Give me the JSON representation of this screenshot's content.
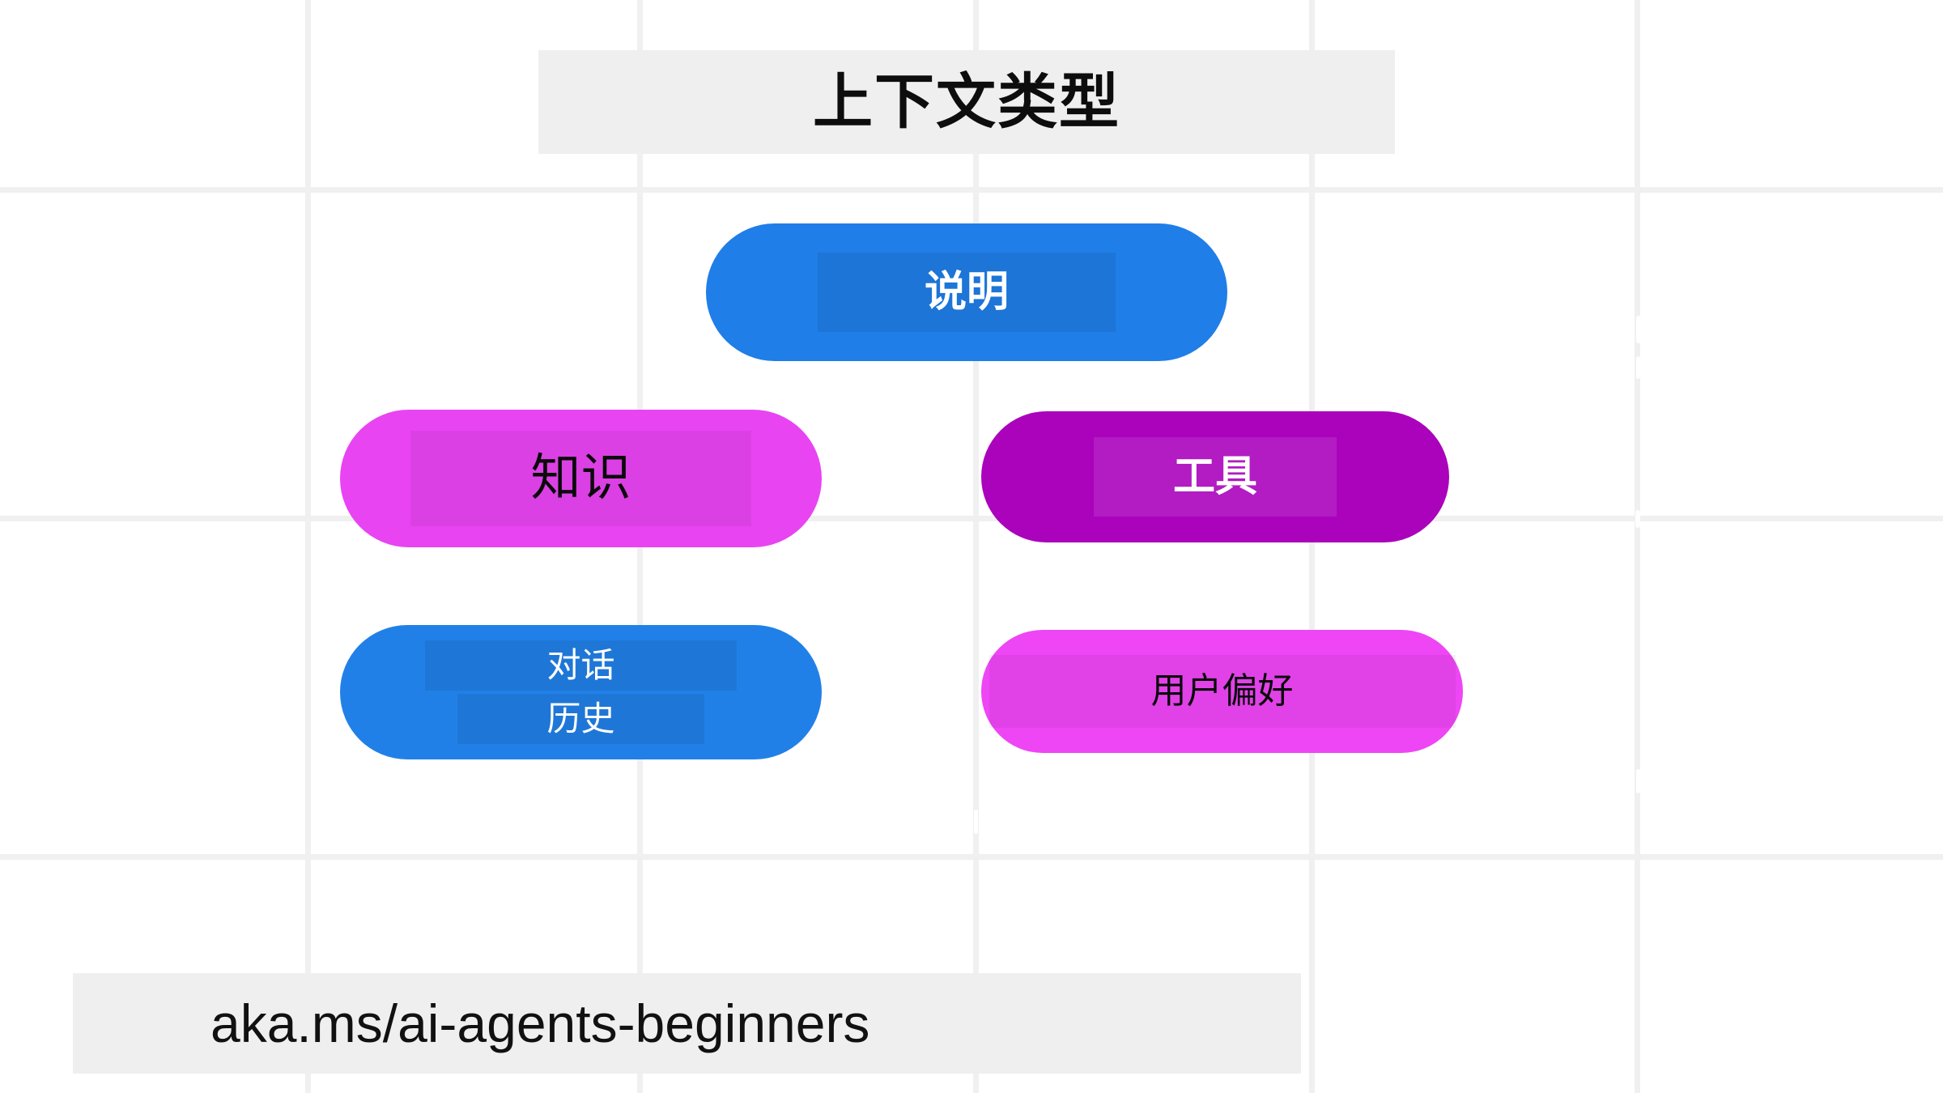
{
  "slide": {
    "title": "上下文类型",
    "footer_url": "aka.ms/ai-agents-beginners",
    "background_color": "#ffffff",
    "band_color": "#efefef",
    "gridline_color": "#f0f0f0"
  },
  "nodes": [
    {
      "id": "instructions",
      "label": "说明",
      "fill": "#1f7ee8",
      "text_color": "#ffffff",
      "row": 1,
      "column": "center"
    },
    {
      "id": "knowledge",
      "label": "知识",
      "fill": "#e844f2",
      "text_color": "#0a0a0a",
      "row": 2,
      "column": "left"
    },
    {
      "id": "tools",
      "label": "工具",
      "fill": "#aa03bb",
      "text_color": "#ffffff",
      "row": 2,
      "column": "right"
    },
    {
      "id": "history",
      "label_line_1": "对话",
      "label_line_2": "历史",
      "fill": "#2180e8",
      "text_color": "#ffffff",
      "row": 3,
      "column": "left"
    },
    {
      "id": "preferences",
      "label": "用户偏好",
      "fill": "#ee46f4",
      "text_color": "#0a0a0a",
      "row": 3,
      "column": "right"
    }
  ],
  "grid": {
    "vertical_x": [
      380,
      790,
      1205,
      1620,
      2022
    ],
    "horizontal_y": [
      234,
      640,
      1058
    ]
  }
}
